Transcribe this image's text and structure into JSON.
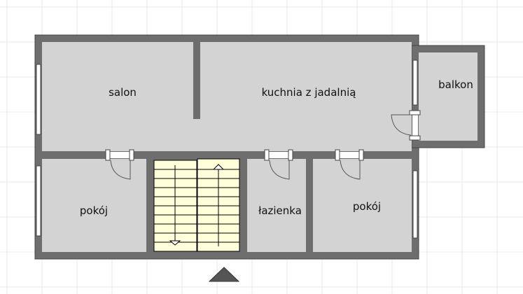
{
  "rooms": {
    "salon": "salon",
    "kitchen": "kuchnia z jadalnią",
    "balcony": "balkon",
    "room_left": "pokój",
    "bathroom": "łazienka",
    "room_right": "pokój"
  },
  "colors": {
    "wall": "#6e6e6e",
    "floor": "#d3d3d3",
    "stairs": "#ffffd9",
    "grid": "#e8e8e8",
    "arrow": "#555555"
  },
  "icons": {
    "entrance": "triangle-up-icon"
  }
}
